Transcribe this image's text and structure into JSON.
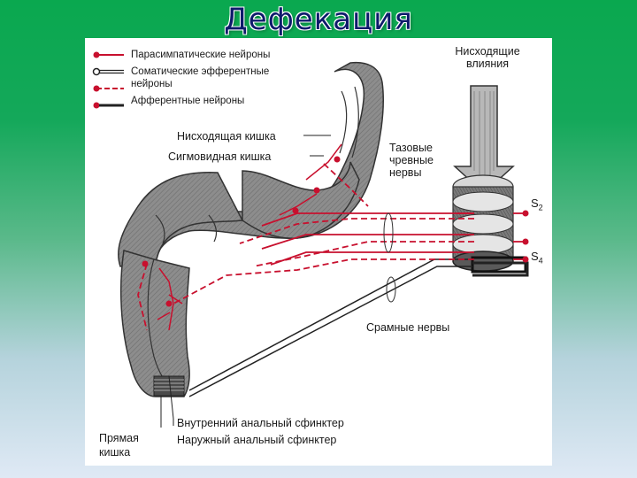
{
  "title": "Дефекация",
  "legend": {
    "parasympathetic": "Парасимпатические нейроны",
    "somatic_line1": "Соматические эфферентные",
    "somatic_line2": "нейроны",
    "afferent": "Афферентные нейроны"
  },
  "labels": {
    "descending_influences_1": "Нисходящие",
    "descending_influences_2": "влияния",
    "descending_colon": "Нисходящая кишка",
    "sigmoid_colon": "Сигмовидная кишка",
    "pelvic_nerves_1": "Тазовые",
    "pelvic_nerves_2": "чревные",
    "pelvic_nerves_3": "нервы",
    "s2": "S",
    "s2_sub": "2",
    "s4": "S",
    "s4_sub": "4",
    "pudendal_nerves": "Срамные нервы",
    "internal_sphincter": "Внутренний анальный сфинктер",
    "external_sphincter": "Наружный анальный сфинктер",
    "rectum_1": "Прямая",
    "rectum_2": "кишка"
  },
  "colors": {
    "nerve_red": "#c8102e",
    "gut_gray": "#8a8a8a",
    "dark": "#222222"
  }
}
